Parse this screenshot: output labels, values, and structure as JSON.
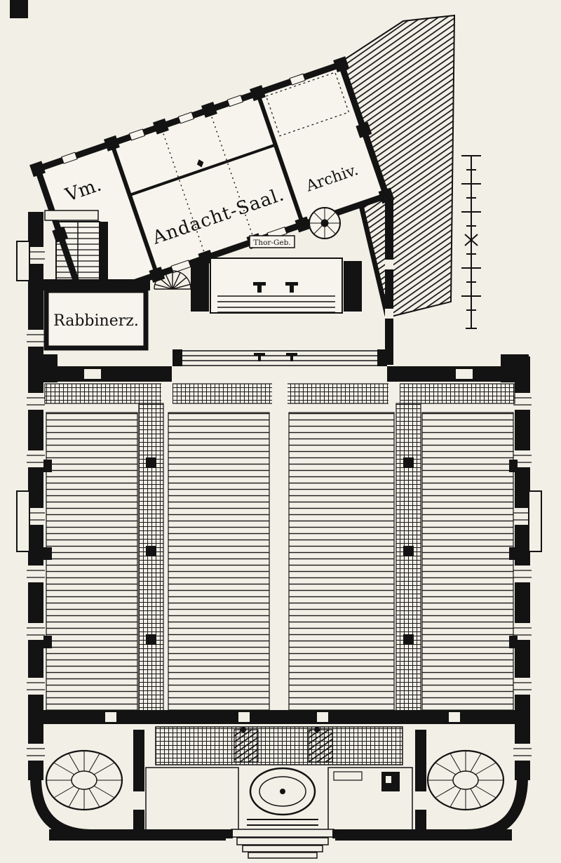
{
  "drawing": {
    "paper_color": "#f2efe6",
    "ink_color": "#131313",
    "labels": {
      "vm": "Vm.",
      "andacht_saal": "Andacht-Saal.",
      "archiv": "Archiv.",
      "rabbinerz": "Rabbinerz.",
      "thor_geb": "Thor-Geb."
    }
  }
}
